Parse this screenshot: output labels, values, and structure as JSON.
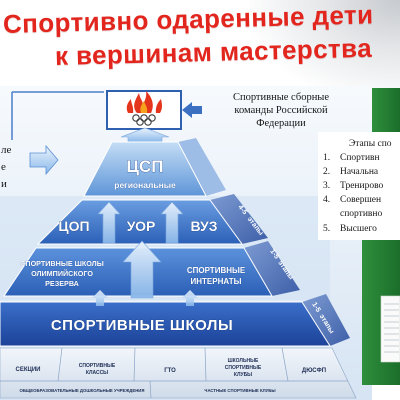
{
  "title": {
    "line1": "Спортивно одаренные дети",
    "line2": "к вершинам мастерства"
  },
  "national_teams": {
    "icon": "olympic-flame-icon",
    "caption": [
      "Спортивные сборные",
      "команды Российской",
      "Федерации"
    ]
  },
  "left_fragments": [
    "ле",
    "е",
    "и"
  ],
  "pyramid": {
    "regional": {
      "title": "ЦСП",
      "subtitle": "региональные"
    },
    "tier3": {
      "items": [
        "ЦОП",
        "УОР",
        "ВУЗ"
      ],
      "stages": [
        "4-5",
        "этапы"
      ]
    },
    "tier4": {
      "left": [
        "СПОРТИВНЫЕ ШКОЛЫ",
        "ОЛИМПИЙСКОГО",
        "РЕЗЕРВА"
      ],
      "right": [
        "СПОРТИВНЫЕ",
        "ИНТЕРНАТЫ"
      ],
      "stages": [
        "1-5",
        "этапы"
      ]
    },
    "tier5": {
      "title": "СПОРТИВНЫЕ ШКОЛЫ",
      "stages": [
        "1-5",
        "этапы"
      ]
    },
    "base": {
      "row1": [
        {
          "lines": [
            "СЕКЦИИ"
          ]
        },
        {
          "lines": [
            "СПОРТИВНЫЕ",
            "КЛАССЫ"
          ]
        },
        {
          "lines": [
            "ГТО"
          ]
        },
        {
          "lines": [
            "ШКОЛЬНЫЕ",
            "СПОРТИВНЫЕ",
            "КЛУБЫ"
          ]
        },
        {
          "lines": [
            "ДЮСФП"
          ]
        }
      ],
      "row2": [
        "ОБЩЕОБРАЗОВАТЕЛЬНЫЕ ДОШКОЛЬНЫЕ УЧРЕЖДЕНИЯ",
        "ЧАСТНЫЕ СПОРТИВНЫЕ КЛУБЫ"
      ]
    }
  },
  "stages_panel": {
    "heading": "Этапы спо",
    "items": [
      {
        "num": "1.",
        "text": "Спортивн"
      },
      {
        "num": "2.",
        "text": "Начальна"
      },
      {
        "num": "3.",
        "text": "Тренирово"
      },
      {
        "num": "4.",
        "text": "Совершен",
        "text2": "спортивно"
      },
      {
        "num": "5.",
        "text": "Высшего"
      }
    ]
  },
  "colors": {
    "title_red": "#e2261e",
    "pyramid_light": "#c4ddf5",
    "pyramid_mid": "#2c60b8",
    "pyramid_dark": "#1c4398",
    "side_panel_green": "#2f8f3c"
  }
}
